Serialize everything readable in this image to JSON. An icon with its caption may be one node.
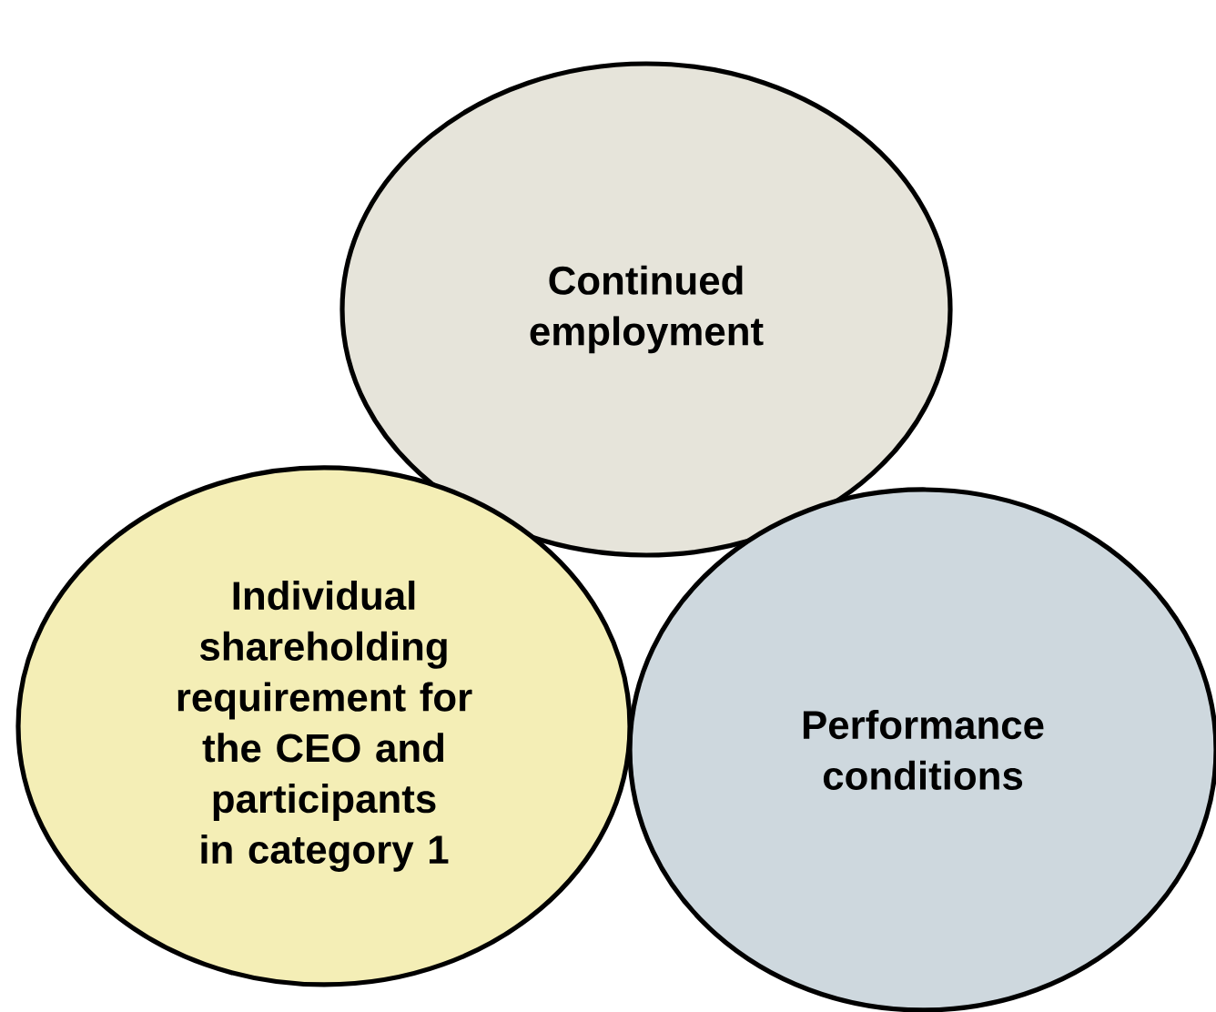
{
  "diagram": {
    "nodes": [
      {
        "text": [
          "Continued employment"
        ]
      },
      {
        "text": [
          "Individual shareholding requirement for the CEO and participants in category 1"
        ]
      },
      {
        "text": [
          "Performance conditions"
        ]
      }
    ]
  }
}
